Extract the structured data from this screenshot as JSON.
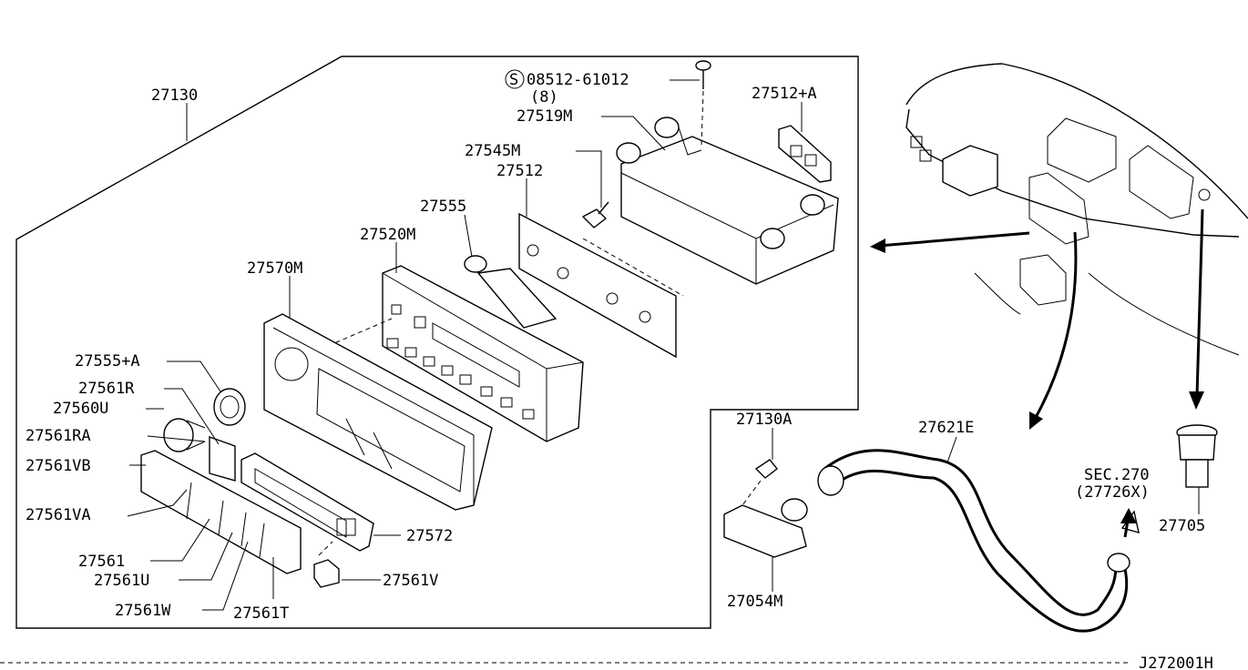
{
  "diagram": {
    "drawing_id": "J272001H",
    "callouts": {
      "p27130": "27130",
      "p08512": "08512-61012",
      "p08512_qty": "(8)",
      "p08512_symbol": "S",
      "p27519M": "27519M",
      "p27512A": "27512+A",
      "p27545M": "27545M",
      "p27512": "27512",
      "p27555": "27555",
      "p27520M": "27520M",
      "p27570M": "27570M",
      "p27555A": "27555+A",
      "p27561R": "27561R",
      "p27560U": "27560U",
      "p27561RA": "27561RA",
      "p27561VB": "27561VB",
      "p27561VA": "27561VA",
      "p27561": "27561",
      "p27561U": "27561U",
      "p27561W": "27561W",
      "p27561T": "27561T",
      "p27572": "27572",
      "p27561V": "27561V",
      "p27130A": "27130A",
      "p27054M": "27054M",
      "p27621E": "27621E",
      "sec270": "SEC.270",
      "sec270_ref": "(27726X)",
      "p27705": "27705"
    }
  }
}
